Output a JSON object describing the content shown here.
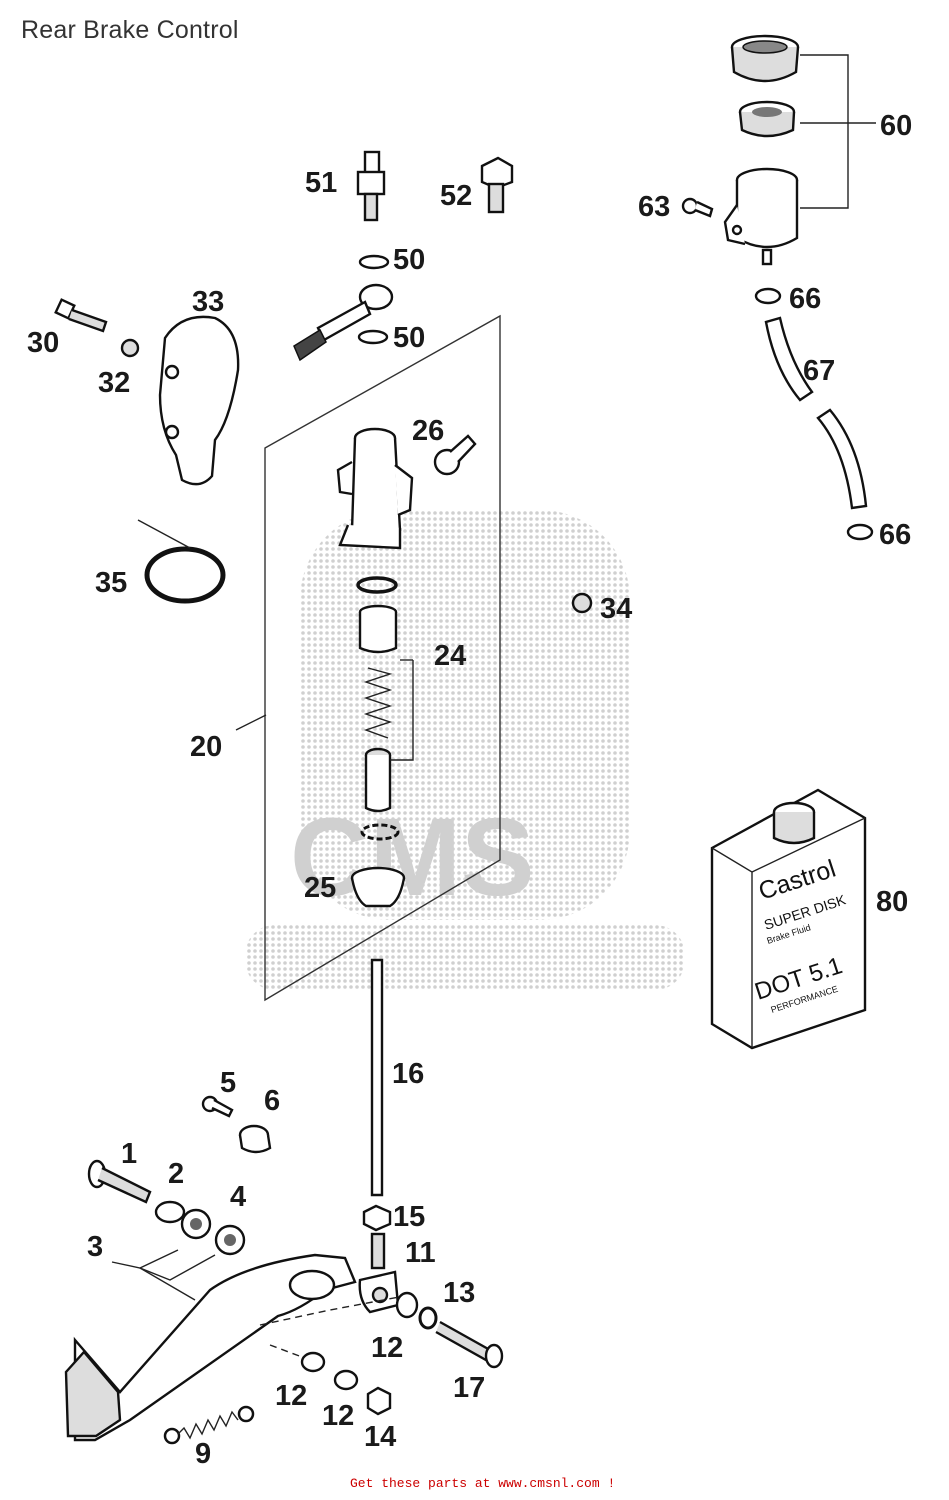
{
  "title": "Rear Brake Control",
  "footer_link": "Get these parts at www.cmsnl.com !",
  "watermark_text": "CMS",
  "can_label": {
    "brand": "Castrol",
    "line1": "SUPER DISK",
    "line2": "Brake Fluid",
    "line3": "DOT 5.1",
    "line4": "PERFORMANCE"
  },
  "callouts": [
    {
      "id": "c60",
      "label": "60"
    },
    {
      "id": "c63",
      "label": "63"
    },
    {
      "id": "c51",
      "label": "51"
    },
    {
      "id": "c52",
      "label": "52"
    },
    {
      "id": "c50a",
      "label": "50"
    },
    {
      "id": "c50b",
      "label": "50"
    },
    {
      "id": "c33",
      "label": "33"
    },
    {
      "id": "c30",
      "label": "30"
    },
    {
      "id": "c32",
      "label": "32"
    },
    {
      "id": "c66a",
      "label": "66"
    },
    {
      "id": "c67",
      "label": "67"
    },
    {
      "id": "c66b",
      "label": "66"
    },
    {
      "id": "c26",
      "label": "26"
    },
    {
      "id": "c35",
      "label": "35"
    },
    {
      "id": "c34",
      "label": "34"
    },
    {
      "id": "c24",
      "label": "24"
    },
    {
      "id": "c20",
      "label": "20"
    },
    {
      "id": "c25",
      "label": "25"
    },
    {
      "id": "c80",
      "label": "80"
    },
    {
      "id": "c16",
      "label": "16"
    },
    {
      "id": "c5",
      "label": "5"
    },
    {
      "id": "c6",
      "label": "6"
    },
    {
      "id": "c1",
      "label": "1"
    },
    {
      "id": "c2",
      "label": "2"
    },
    {
      "id": "c4",
      "label": "4"
    },
    {
      "id": "c3",
      "label": "3"
    },
    {
      "id": "c15",
      "label": "15"
    },
    {
      "id": "c11",
      "label": "11"
    },
    {
      "id": "c13",
      "label": "13"
    },
    {
      "id": "c12a",
      "label": "12"
    },
    {
      "id": "c17",
      "label": "17"
    },
    {
      "id": "c12b",
      "label": "12"
    },
    {
      "id": "c12c",
      "label": "12"
    },
    {
      "id": "c14",
      "label": "14"
    },
    {
      "id": "c9",
      "label": "9"
    }
  ]
}
